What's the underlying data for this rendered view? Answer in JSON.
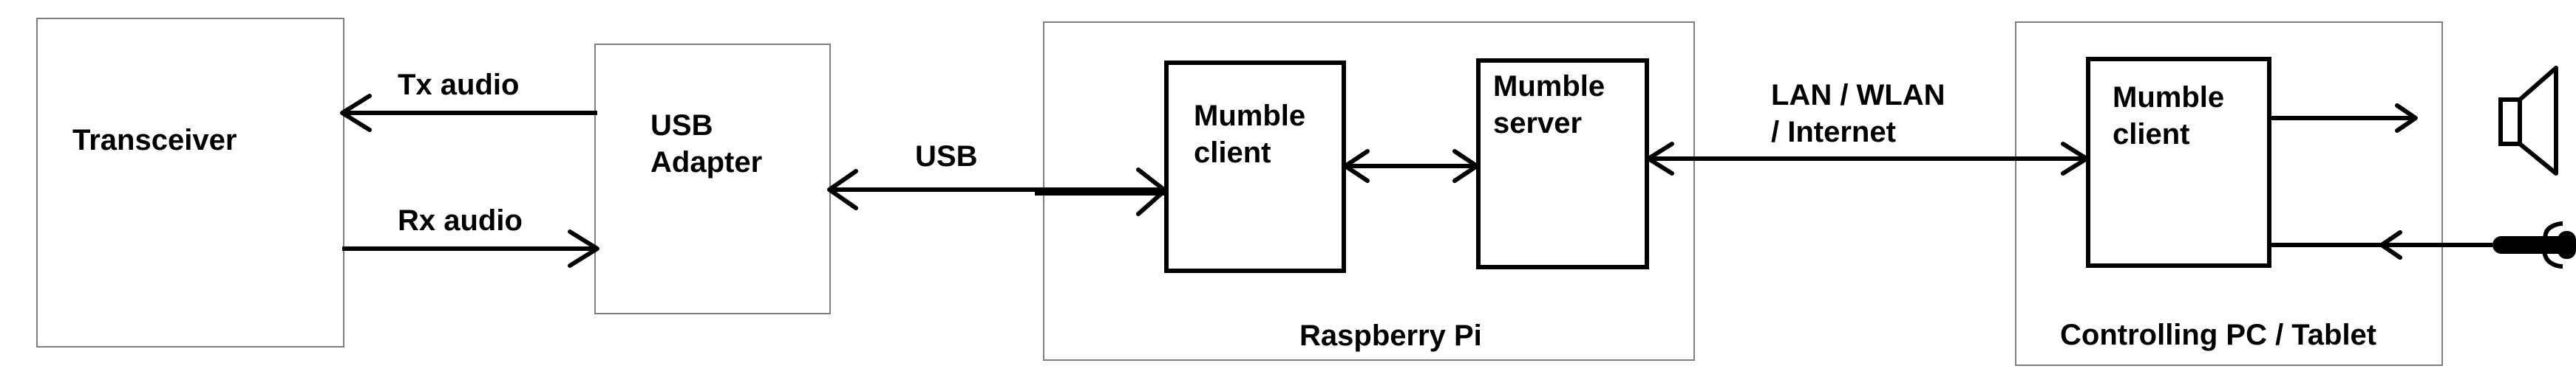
{
  "blocks": {
    "transceiver": "Transceiver",
    "usb_adapter": [
      "USB",
      "Adapter"
    ],
    "raspberry_pi": "Raspberry Pi",
    "pi_mumble_client": [
      "Mumble",
      "client"
    ],
    "pi_mumble_server": [
      "Mumble",
      "server"
    ],
    "controlling_pc": "Controlling PC / Tablet",
    "pc_mumble_client": [
      "Mumble",
      "client"
    ]
  },
  "links": {
    "tx_audio": "Tx audio",
    "rx_audio": "Rx audio",
    "usb": "USB",
    "network": [
      "LAN / WLAN",
      "/ Internet"
    ]
  },
  "icons": {
    "speaker": "speaker-icon",
    "microphone": "microphone-icon"
  }
}
